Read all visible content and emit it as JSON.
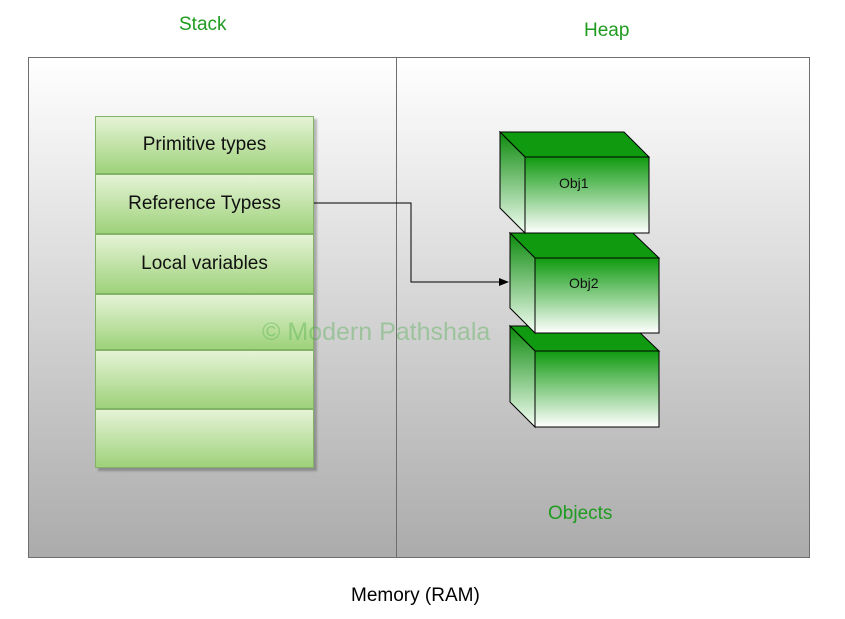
{
  "diagram": {
    "stack_title": "Stack",
    "heap_title": "Heap",
    "objects_label": "Objects",
    "memory_label": "Memory (RAM)",
    "watermark": "© Modern Pathshala",
    "stack_frames": [
      {
        "label": "Primitive types"
      },
      {
        "label": "Reference Typess"
      },
      {
        "label": "Local variables"
      },
      {
        "label": ""
      },
      {
        "label": ""
      },
      {
        "label": ""
      }
    ],
    "heap_objects": [
      {
        "label": "Obj1"
      },
      {
        "label": "Obj2"
      },
      {
        "label": ""
      }
    ],
    "arrow": {
      "from": "Reference Typess",
      "to": "Obj2"
    },
    "colors": {
      "title_green": "#1f9b1f",
      "cube_green": "#0f9a0f",
      "frame_green": "#9ed27a"
    }
  }
}
